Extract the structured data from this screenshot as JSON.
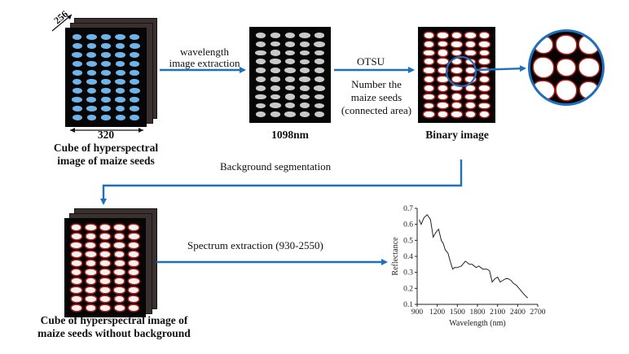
{
  "colors": {
    "arrow": "#1f6fbf",
    "seed_blue": "#6fb3e8",
    "seed_gray": "#c9c9c9",
    "seed_edge_red": "#b3201a",
    "background": "#050505"
  },
  "labels": {
    "cube_dim_depth": "256",
    "cube_dim_width": "320",
    "cube_caption_line1": "Cube of hyperspectral",
    "cube_caption_line2": "image of maize seeds",
    "wavelength_line1": "wavelength",
    "wavelength_line2": "image extraction",
    "band_caption": "1098nm",
    "otsu": "OTSU",
    "number_line1": "Number the",
    "number_line2": "maize seeds",
    "number_line3": "(connected area)",
    "binary_caption": "Binary image",
    "background_segmentation": "Background segmentation",
    "spectrum_extraction": "Spectrum extraction  (930-2550)",
    "nobg_caption_line1": "Cube of hyperspectral image of",
    "nobg_caption_line2": "maize seeds without background"
  },
  "chart_data": {
    "type": "line",
    "title": "",
    "xlabel": "Wavelength (nm)",
    "ylabel": "Reflectance",
    "xlim": [
      900,
      2700
    ],
    "ylim": [
      0.1,
      0.7
    ],
    "xticks": [
      900,
      1200,
      1500,
      1800,
      2100,
      2400,
      2700
    ],
    "yticks": [
      0.1,
      0.2,
      0.3,
      0.4,
      0.5,
      0.6,
      0.7
    ],
    "series": [
      {
        "x": [
          930,
          960,
          1000,
          1050,
          1098,
          1140,
          1180,
          1220,
          1260,
          1290,
          1320,
          1360,
          1400,
          1430,
          1460,
          1500,
          1560,
          1620,
          1680,
          1720,
          1780,
          1820,
          1880,
          1940,
          1980,
          2020,
          2060,
          2100,
          2140,
          2180,
          2220,
          2260,
          2300,
          2340,
          2380,
          2420,
          2460,
          2500,
          2550
        ],
        "y": [
          0.63,
          0.6,
          0.64,
          0.66,
          0.63,
          0.52,
          0.55,
          0.57,
          0.5,
          0.48,
          0.44,
          0.42,
          0.36,
          0.32,
          0.33,
          0.33,
          0.34,
          0.37,
          0.35,
          0.35,
          0.33,
          0.34,
          0.32,
          0.32,
          0.31,
          0.24,
          0.26,
          0.27,
          0.24,
          0.25,
          0.26,
          0.26,
          0.25,
          0.23,
          0.22,
          0.2,
          0.18,
          0.16,
          0.14
        ]
      }
    ]
  }
}
